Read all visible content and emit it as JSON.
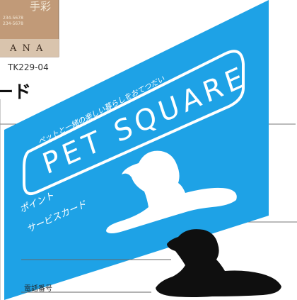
{
  "sample_card": {
    "title_fragment": "手彩",
    "phone_lines": [
      "234-5678",
      "234-5678"
    ],
    "brand_letters": "A N A"
  },
  "product_code": "TK229-04",
  "heading_fragment": "ード",
  "card": {
    "tagline": "ペットと一緒の楽しい暮らしをおてつだい",
    "brand": "PET SQUARE",
    "subtitle_line1": "ポイント",
    "subtitle_line2": "サービスカード",
    "phone_label": "電話番号"
  },
  "colors": {
    "card_blue": "#1ea2e6",
    "sample_tan": "#c19a78",
    "dog_black": "#0f0f0f"
  }
}
